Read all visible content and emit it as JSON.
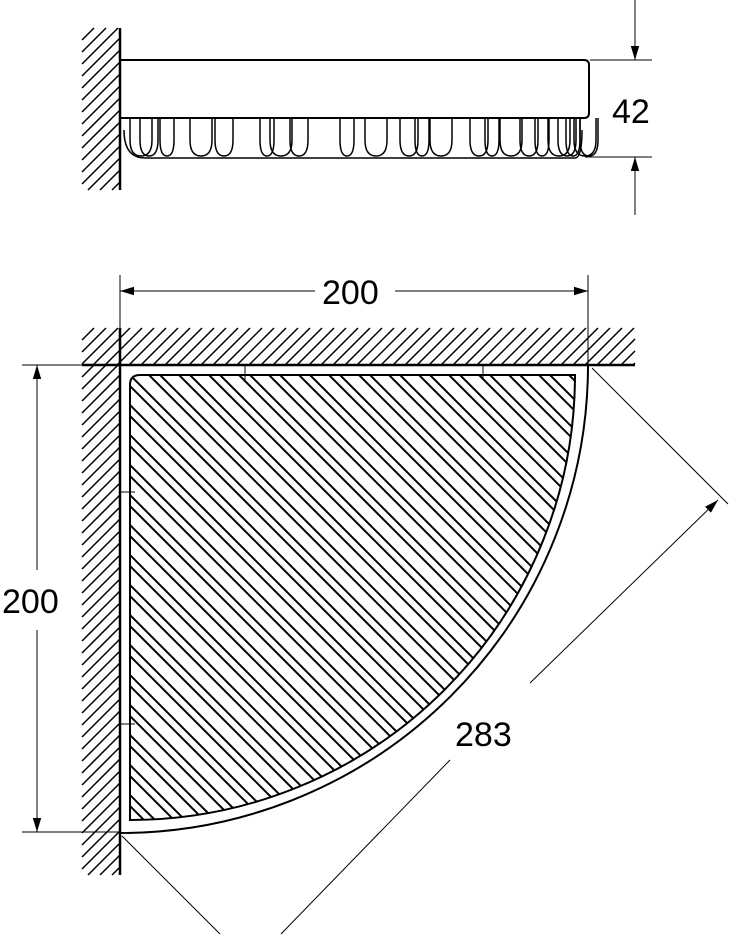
{
  "drawing": {
    "side_view": {
      "height_label": "42"
    },
    "plan_view": {
      "width_label": "200",
      "depth_label": "200",
      "diagonal_label": "283"
    },
    "colors": {
      "line": "#000000",
      "background": "#ffffff"
    }
  }
}
